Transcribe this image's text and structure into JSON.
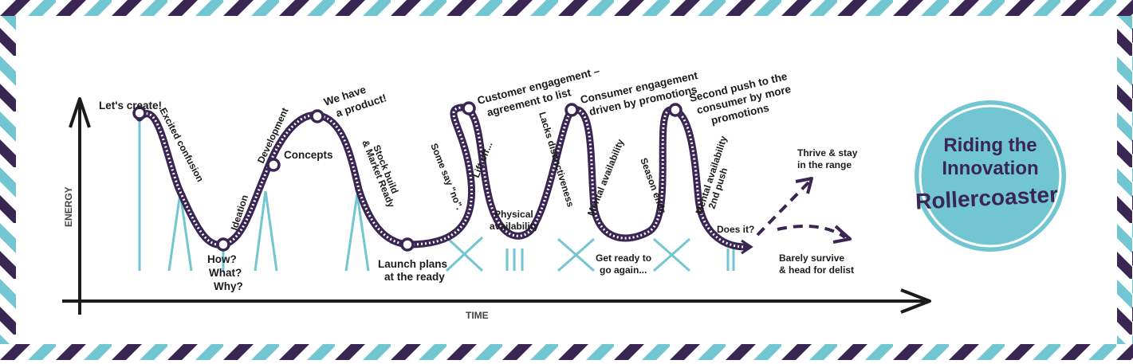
{
  "colors": {
    "purple": "#3a2653",
    "teal": "#72c6d1",
    "badge": "#72c6d1",
    "axis": "#1b1b1b"
  },
  "badge": {
    "line1": "Riding the",
    "line2": "Innovation",
    "line3": "Rollercoaster"
  },
  "axes": {
    "y_label": "ENERGY",
    "x_label": "TIME"
  },
  "stages": {
    "lets_create": "Let's create!",
    "excited_confusion": "Excited confusion",
    "how": "How?",
    "what": "What?",
    "why": "Why?",
    "ideation": "Ideation",
    "development": "Development",
    "concepts": "Concepts",
    "we_have_1": "We have",
    "we_have_2": "a product!",
    "stock_build_1": "Stock build",
    "stock_build_2": "& Market Ready",
    "launch_1": "Launch plans",
    "launch_2": "at the ready",
    "some_say": "Some say \"no\".",
    "lift_off": "Lift off...",
    "customer_1": "Customer engagement –",
    "customer_2": "agreement to list",
    "physical_1": "Physical",
    "physical_2": "availability",
    "lacks": "Lacks distinctiveness",
    "consumer_1": "Consumer engagement",
    "consumer_2": "driven by promotions",
    "mental": "Mental availability",
    "get_ready_1": "Get ready to",
    "get_ready_2": "go again...",
    "season_ends": "Season ends",
    "second_push_1": "Second push to the",
    "second_push_2": "consumer by more",
    "second_push_3": "promotions",
    "mental2_1": "Mental availability",
    "mental2_2": "2nd push",
    "does_it": "Does it?",
    "thrive_1": "Thrive & stay",
    "thrive_2": "in the range",
    "barely_1": "Barely survive",
    "barely_2": "& head for delist"
  }
}
